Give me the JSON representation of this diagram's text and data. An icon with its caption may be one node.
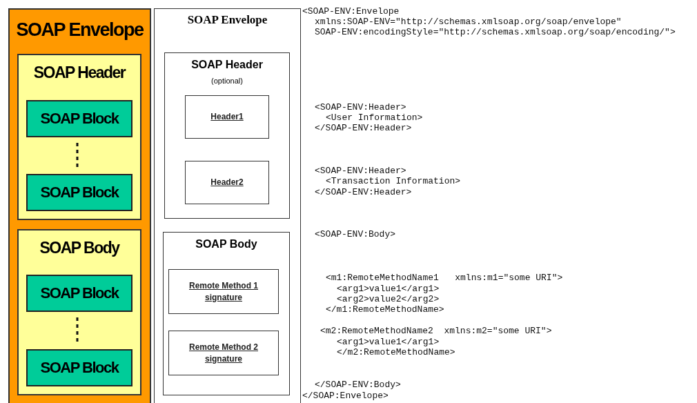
{
  "diagram": {
    "nodes": [
      {
        "text": [
          "SOAP Envelope"
        ]
      },
      {
        "text": [
          "SOAP Header"
        ],
        "in": 0
      },
      {
        "text": [
          "SOAP Block"
        ],
        "in": 1
      },
      {
        "text": [
          "SOAP Block"
        ],
        "in": 1
      },
      {
        "text": [
          "SOAP Body"
        ],
        "in": 0
      },
      {
        "text": [
          "SOAP Block"
        ],
        "in": 4
      },
      {
        "text": [
          "SOAP Block"
        ],
        "in": 4
      },
      {
        "text": [
          "SOAP Envelope"
        ]
      },
      {
        "text": [
          "SOAP Header",
          "(optional)"
        ],
        "in": 7
      },
      {
        "text": [
          "Header1"
        ],
        "in": 8
      },
      {
        "text": [
          "Header2"
        ],
        "in": 8
      },
      {
        "text": [
          "SOAP Body"
        ],
        "in": 7
      },
      {
        "text": [
          "Remote Method 1 signature"
        ],
        "in": 11
      },
      {
        "text": [
          "Remote Method 2 signature"
        ],
        "in": 11
      }
    ],
    "labels": [
      "<SOAP-ENV:Envelope",
      "xmlns:SOAP-ENV=\"http://schemas.xmlsoap.org/soap/envelope\"",
      "SOAP-ENV:encodingStyle=\"http://schemas.xmlsoap.org/soap/encoding/\">",
      "<SOAP-ENV:Header>",
      "<User Information>",
      "</SOAP-ENV:Header>",
      "<SOAP-ENV:Header>",
      "<Transaction Information>",
      "</SOAP-ENV:Header>",
      "<SOAP-ENV:Body>",
      "<m1:RemoteMethodName1   xmlns:m1=\"some URI\">",
      "<arg1>value1</arg1>",
      "<arg2>value2</arg2>",
      "</m1:RemoteMethodName>",
      "<m2:RemoteMethodName2  xmlns:m2=\"some URI\">",
      "<arg1>value1</arg1>",
      "</m2:RemoteMethodName>",
      "</SOAP-ENV:Body>",
      "</SOAP:Envelope>"
    ]
  }
}
